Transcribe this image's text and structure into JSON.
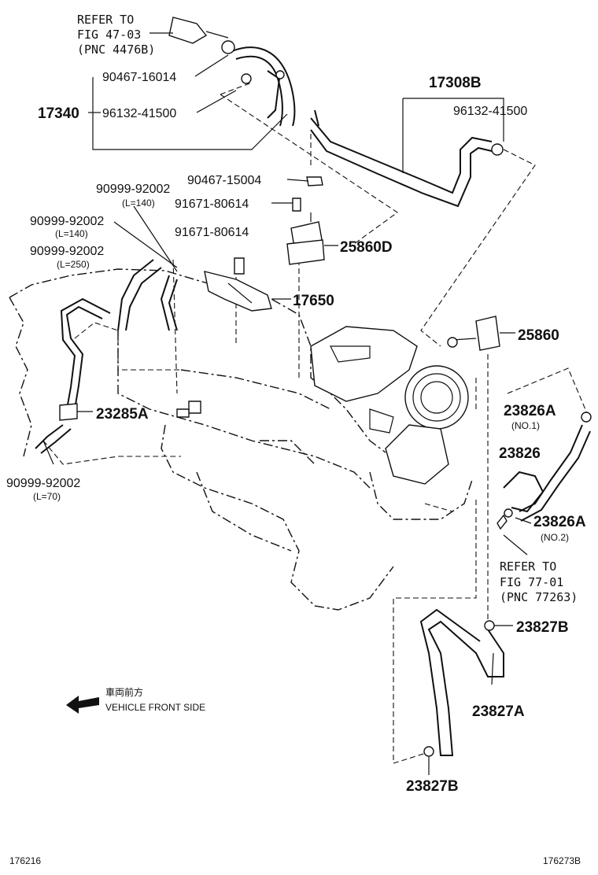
{
  "refer_top": {
    "line1": "REFER TO",
    "line2": "FIG 47-03",
    "line3": "(PNC 4476B)"
  },
  "refer_right": {
    "line1": "REFER TO",
    "line2": "FIG 77-01",
    "line3": "(PNC 77263)"
  },
  "labels": {
    "p90467_16014": "90467-16014",
    "p17340": "17340",
    "p96132_41500_left": "96132-41500",
    "p17308B": "17308B",
    "p96132_41500_right": "96132-41500",
    "p90467_15004": "90467-15004",
    "p90999_92002_a": "90999-92002",
    "p90999_92002_a_len": "(L=140)",
    "p91671_80614_a": "91671-80614",
    "p90999_92002_b": "90999-92002",
    "p90999_92002_b_len": "(L=140)",
    "p91671_80614_b": "91671-80614",
    "p25860D": "25860D",
    "p90999_92002_c": "90999-92002",
    "p90999_92002_c_len": "(L=250)",
    "p17650": "17650",
    "p25860": "25860",
    "p23285A": "23285A",
    "p23826A_1": "23826A",
    "p23826A_1_sub": "(NO.1)",
    "p90999_92002_d": "90999-92002",
    "p90999_92002_d_len": "(L=70)",
    "p23826": "23826",
    "p23826A_2": "23826A",
    "p23826A_2_sub": "(NO.2)",
    "p23827B_top": "23827B",
    "p23827A": "23827A",
    "p23827B_bottom": "23827B"
  },
  "direction": {
    "jp": "車両前方",
    "en": "VEHICLE FRONT SIDE"
  },
  "footer": {
    "left": "176216",
    "right": "176273B"
  }
}
